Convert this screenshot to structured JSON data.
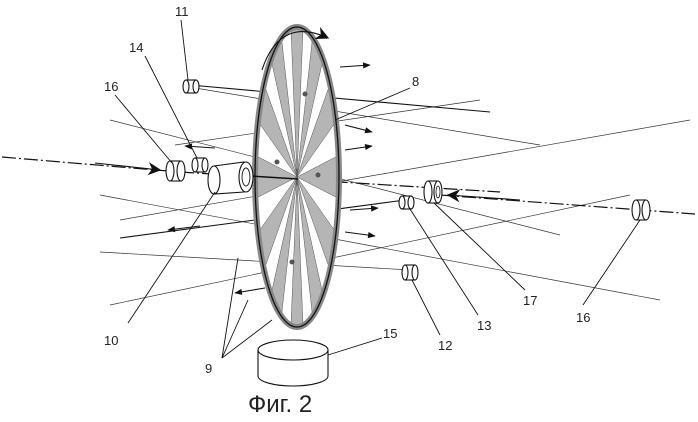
{
  "caption": "Фиг. 2",
  "labels": {
    "l11": "11",
    "l14": "14",
    "l16a": "16",
    "l8": "8",
    "l10": "10",
    "l9": "9",
    "l15": "15",
    "l12": "12",
    "l13": "13",
    "l17": "17",
    "l16b": "16"
  },
  "disk": {
    "sector_count": 12
  }
}
